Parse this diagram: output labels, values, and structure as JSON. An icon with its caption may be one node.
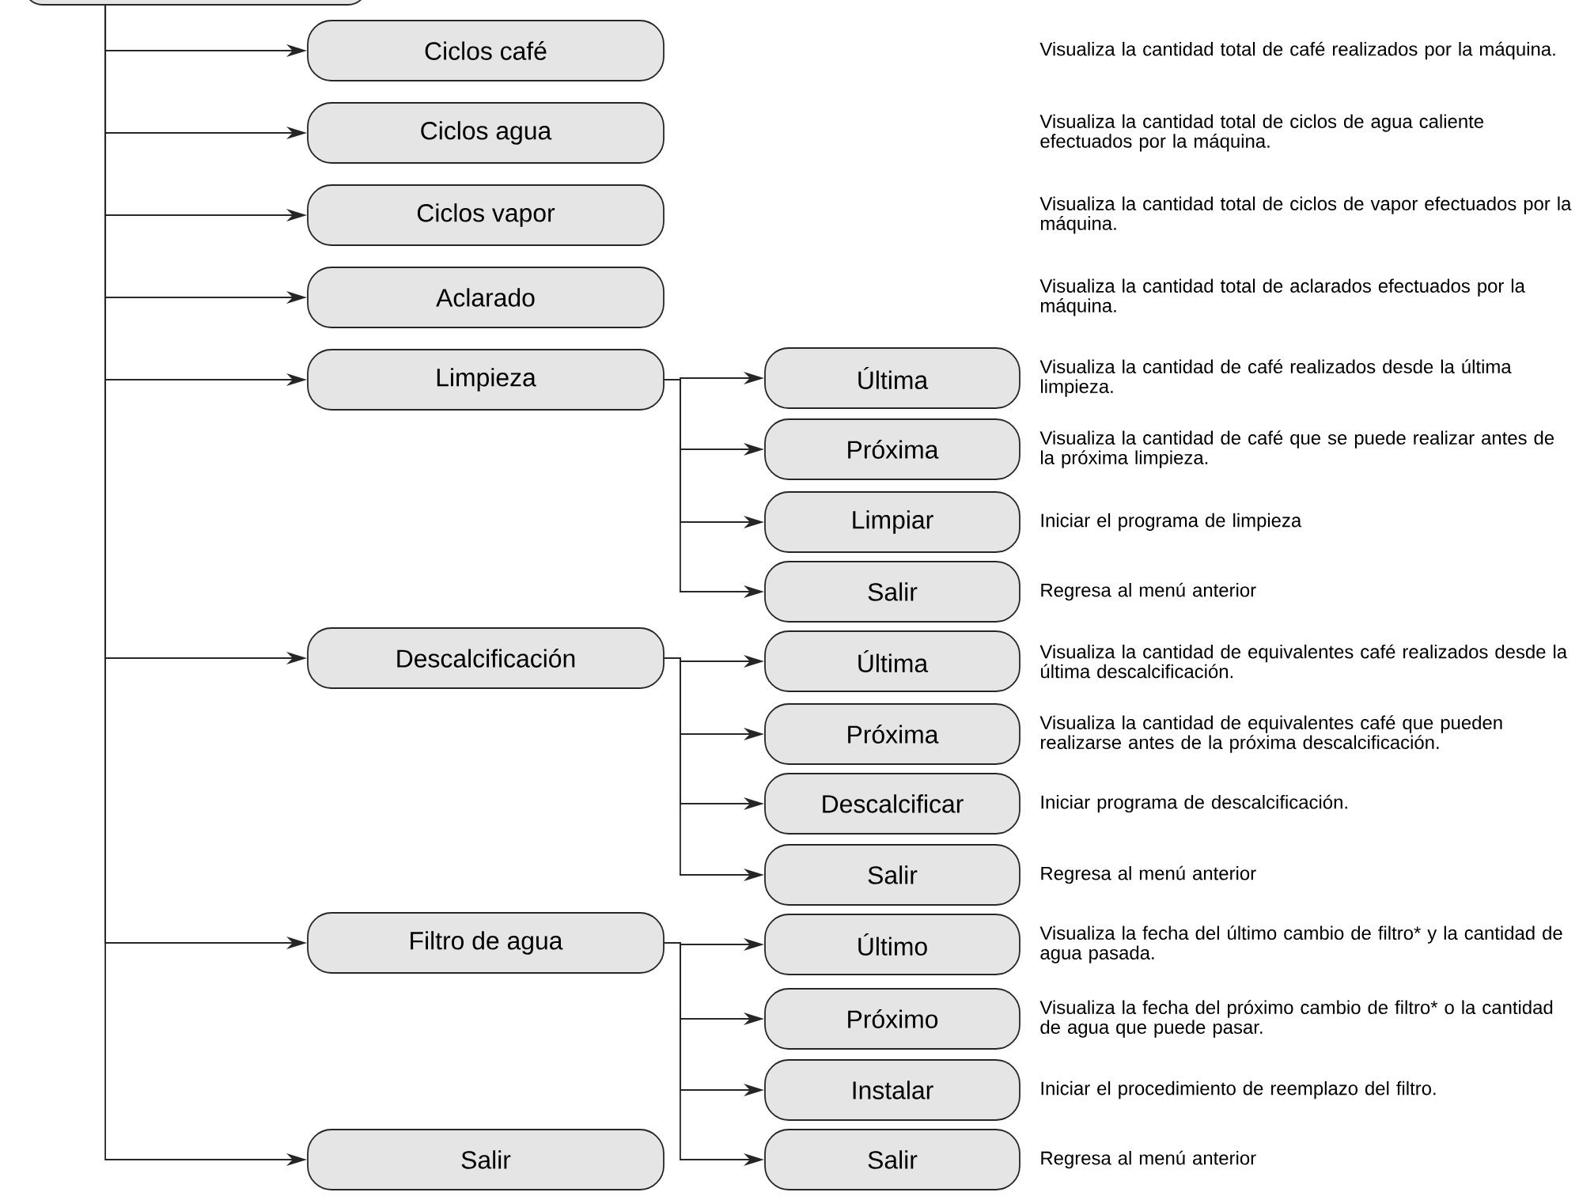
{
  "diagram": {
    "nodes": [
      {
        "text": [],
        "shape": "box"
      },
      {
        "text": [
          "Ciclos café"
        ]
      },
      {
        "text": [
          "Ciclos agua"
        ]
      },
      {
        "text": [
          "Ciclos vapor"
        ]
      },
      {
        "text": [
          "Aclarado"
        ]
      },
      {
        "text": [
          "Limpieza"
        ]
      },
      {
        "text": [
          "Descalcificación"
        ]
      },
      {
        "text": [
          "Filtro de agua"
        ]
      },
      {
        "text": [
          "Salir"
        ]
      },
      {
        "text": [
          "Última"
        ],
        "beside": [
          "Visualiza la cantidad de café realizados desde la última limpieza."
        ]
      },
      {
        "text": [
          "Próxima"
        ],
        "beside": [
          "Visualiza la cantidad de café que se puede realizar antes de la próxima limpieza."
        ]
      },
      {
        "text": [
          "Limpiar"
        ],
        "beside": [
          "Iniciar el programa de limpieza"
        ]
      },
      {
        "text": [
          "Salir"
        ],
        "beside": [
          "Regresa al menú anterior"
        ]
      },
      {
        "text": [
          "Última"
        ],
        "beside": [
          "Visualiza la cantidad de equivalentes café realizados desde la última descalcificación."
        ]
      },
      {
        "text": [
          "Próxima"
        ],
        "beside": [
          "Visualiza la cantidad de equivalentes café que pueden realizarse antes de la próxima descalcificación."
        ]
      },
      {
        "text": [
          "Descalcificar"
        ],
        "beside": [
          "Iniciar programa de descalcificación."
        ]
      },
      {
        "text": [
          "Salir"
        ],
        "beside": [
          "Regresa al menú anterior"
        ]
      },
      {
        "text": [
          "Último"
        ],
        "beside": [
          "Visualiza la fecha del último cambio de filtro* y la cantidad de agua pasada."
        ]
      },
      {
        "text": [
          "Próximo"
        ],
        "beside": [
          "Visualiza la fecha del próximo cambio de filtro* o la cantidad de agua que puede pasar."
        ]
      },
      {
        "text": [
          "Instalar"
        ],
        "beside": [
          "Iniciar el procedimiento de reemplazo del filtro."
        ]
      },
      {
        "text": [
          "Salir"
        ],
        "beside": [
          "Regresa al menú anterior"
        ]
      }
    ],
    "edges": [
      {
        "from": 0,
        "to": 1,
        "arrow": "to"
      },
      {
        "from": 0,
        "to": 2,
        "arrow": "to"
      },
      {
        "from": 0,
        "to": 3,
        "arrow": "to"
      },
      {
        "from": 0,
        "to": 4,
        "arrow": "to"
      },
      {
        "from": 0,
        "to": 5,
        "arrow": "to"
      },
      {
        "from": 0,
        "to": 6,
        "arrow": "to"
      },
      {
        "from": 0,
        "to": 7,
        "arrow": "to"
      },
      {
        "from": 0,
        "to": 8,
        "arrow": "to"
      },
      {
        "from": 5,
        "to": 9,
        "arrow": "to"
      },
      {
        "from": 5,
        "to": 10,
        "arrow": "to"
      },
      {
        "from": 5,
        "to": 11,
        "arrow": "to"
      },
      {
        "from": 5,
        "to": 12,
        "arrow": "to"
      },
      {
        "from": 6,
        "to": 13,
        "arrow": "to"
      },
      {
        "from": 6,
        "to": 14,
        "arrow": "to"
      },
      {
        "from": 6,
        "to": 15,
        "arrow": "to"
      },
      {
        "from": 6,
        "to": 16,
        "arrow": "to"
      },
      {
        "from": 7,
        "to": 17,
        "arrow": "to"
      },
      {
        "from": 7,
        "to": 18,
        "arrow": "to"
      },
      {
        "from": 7,
        "to": 19,
        "arrow": "to"
      },
      {
        "from": 7,
        "to": 20,
        "arrow": "to"
      }
    ],
    "labels": [
      "Visualiza la cantidad total de café realizados por la máquina.",
      "Visualiza la cantidad total de ciclos de agua caliente efectuados por la máquina.",
      "Visualiza la cantidad total de ciclos de vapor efectuados por la máquina.",
      "Visualiza la cantidad total de aclarados efectuados por la máquina."
    ]
  }
}
